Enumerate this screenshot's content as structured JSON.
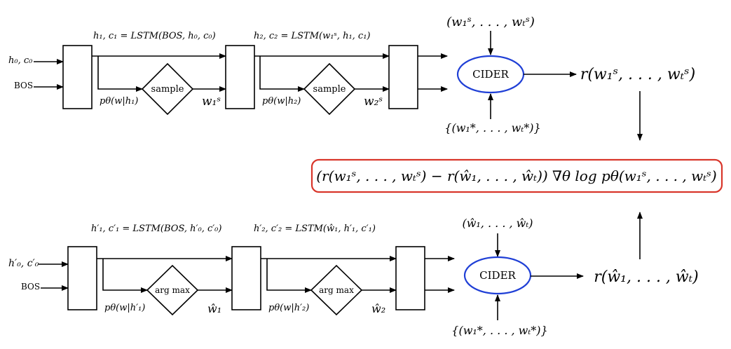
{
  "top": {
    "input_h": "h₀, c₀",
    "input_bos": "BOS",
    "lstm1_eq": "h₁, c₁ = LSTM(BOS, h₀, c₀)",
    "lstm2_eq": "h₂, c₂ = LSTM(w₁ˢ, h₁, c₁)",
    "p1": "pθ(w|h₁)",
    "p2": "pθ(w|h₂)",
    "op1": "sample",
    "op2": "sample",
    "w1": "w₁ˢ",
    "w2": "w₂ˢ",
    "cider_label": "CIDER",
    "cider_input_top": "(w₁ˢ, . . . , wₜˢ)",
    "cider_input_bottom": "{(w₁*, . . . , wₜ*)}",
    "reward": "r(w₁ˢ, . . . , wₜˢ)"
  },
  "center": {
    "formula": "(r(w₁ˢ, . . . , wₜˢ) − r(ŵ₁, . . . , ŵₜ)) ∇θ log pθ(w₁ˢ, . . . , wₜˢ)"
  },
  "bottom": {
    "input_h": "h′₀, c′₀",
    "input_bos": "BOS",
    "lstm1_eq": "h′₁, c′₁ = LSTM(BOS, h′₀, c′₀)",
    "lstm2_eq": "h′₂, c′₂ = LSTM(ŵ₁, h′₁, c′₁)",
    "p1": "pθ(w|h′₁)",
    "p2": "pθ(w|h′₂)",
    "op1": "arg max",
    "op2": "arg max",
    "w1": "ŵ₁",
    "w2": "ŵ₂",
    "cider_label": "CIDER",
    "cider_input_top": "(ŵ₁, . . . , ŵₜ)",
    "cider_input_bottom": "{(w₁*, . . . , wₜ*)}",
    "reward": "r(ŵ₁, . . . , ŵₜ)"
  },
  "colors": {
    "cider_stroke": "#1f3fd6",
    "formula_stroke": "#d9362b"
  }
}
